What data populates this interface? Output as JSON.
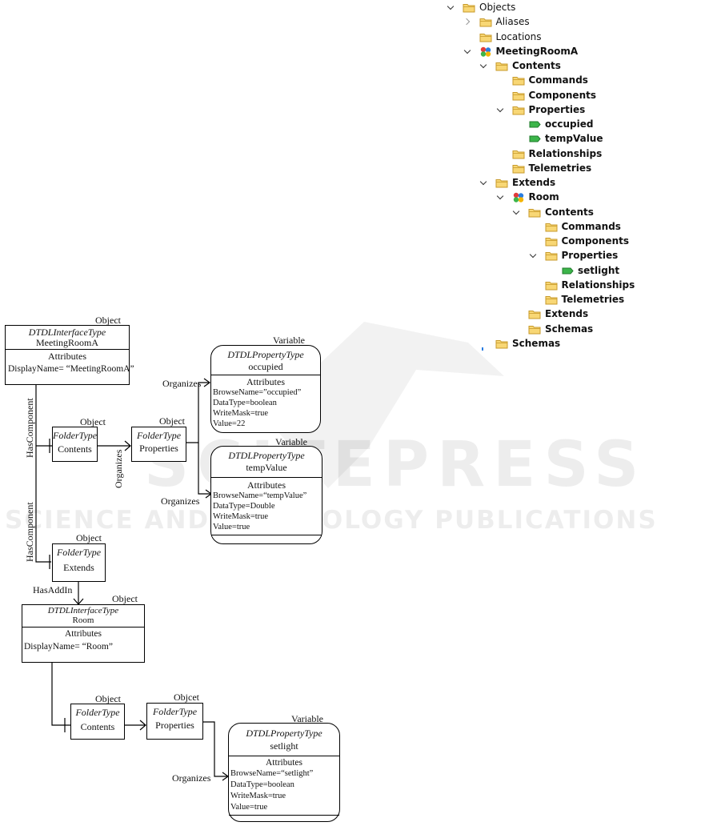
{
  "tree": {
    "items": [
      {
        "label": "Objects",
        "chevron": "expanded",
        "icon": "folder-icon",
        "bold": false
      },
      {
        "label": "Aliases",
        "chevron": "collapsed",
        "icon": "folder-icon",
        "bold": false
      },
      {
        "label": "Locations",
        "chevron": "none",
        "icon": "folder-icon",
        "bold": false
      },
      {
        "label": "MeetingRoomA",
        "chevron": "expanded",
        "icon": "object-cluster-icon",
        "bold": true
      },
      {
        "label": "Contents",
        "chevron": "expanded",
        "icon": "folder-icon",
        "bold": true
      },
      {
        "label": "Commands",
        "chevron": "none",
        "icon": "folder-icon",
        "bold": true
      },
      {
        "label": "Components",
        "chevron": "none",
        "icon": "folder-icon",
        "bold": true
      },
      {
        "label": "Properties",
        "chevron": "expanded",
        "icon": "folder-icon",
        "bold": true
      },
      {
        "label": "occupied",
        "chevron": "none",
        "icon": "variable-tag-icon",
        "bold": true
      },
      {
        "label": "tempValue",
        "chevron": "none",
        "icon": "variable-tag-icon",
        "bold": true
      },
      {
        "label": "Relationships",
        "chevron": "none",
        "icon": "folder-icon",
        "bold": true
      },
      {
        "label": "Telemetries",
        "chevron": "none",
        "icon": "folder-icon",
        "bold": true
      },
      {
        "label": "Extends",
        "chevron": "expanded",
        "icon": "folder-icon",
        "bold": true
      },
      {
        "label": "Room",
        "chevron": "expanded",
        "icon": "object-cluster-icon",
        "bold": true
      },
      {
        "label": "Contents",
        "chevron": "expanded",
        "icon": "folder-icon",
        "bold": true
      },
      {
        "label": "Commands",
        "chevron": "none",
        "icon": "folder-icon",
        "bold": true
      },
      {
        "label": "Components",
        "chevron": "none",
        "icon": "folder-icon",
        "bold": true
      },
      {
        "label": "Properties",
        "chevron": "expanded",
        "icon": "folder-icon",
        "bold": true
      },
      {
        "label": "setlight",
        "chevron": "none",
        "icon": "variable-tag-icon",
        "bold": true
      },
      {
        "label": "Relationships",
        "chevron": "none",
        "icon": "folder-icon",
        "bold": true
      },
      {
        "label": "Telemetries",
        "chevron": "none",
        "icon": "folder-icon",
        "bold": true
      },
      {
        "label": "Extends",
        "chevron": "none",
        "icon": "folder-icon",
        "bold": true
      },
      {
        "label": "Schemas",
        "chevron": "none",
        "icon": "folder-icon",
        "bold": true
      },
      {
        "label": "Schemas",
        "chevron": "none",
        "icon": "folder-icon",
        "bold": true
      }
    ]
  },
  "colors": {
    "folder_fill": "#f8d775",
    "folder_stroke": "#c79a2a",
    "variable_green": "#3cb54a",
    "accent_blue": "#2a7de1"
  },
  "diagram": {
    "meeting_room_a": {
      "kind": "Object",
      "type": "DTDLInterfaceType",
      "name": "MeetingRoomA",
      "section": "Attributes",
      "attrs": [
        "DisplayName= “MeetingRoomA”"
      ]
    },
    "contents1": {
      "kind": "Object",
      "type": "FolderType",
      "name": "Contents"
    },
    "properties1": {
      "kind": "Object",
      "type": "FolderType",
      "name": "Properties"
    },
    "occupied": {
      "kind": "Variable",
      "type": "DTDLPropertyType",
      "name": "occupied",
      "section": "Attributes",
      "attrs": [
        "BrowseName=”occupied”",
        "DataType=boolean",
        "WriteMask=true",
        "Value=22"
      ]
    },
    "tempvalue": {
      "kind": "Variable",
      "type": "DTDLPropertyType",
      "name": "tempValue",
      "section": "Attributes",
      "attrs": [
        "BrowseName=“tempValue”",
        "DataType=Double",
        "WriteMask=true",
        "Value=true"
      ]
    },
    "extends": {
      "kind": "Object",
      "type": "FolderType",
      "name": "Extends"
    },
    "room": {
      "kind": "Object",
      "type": "DTDLInterfaceType",
      "name": "Room",
      "section": "Attributes",
      "attrs": [
        "DisplayName= “Room”"
      ]
    },
    "contents2": {
      "kind": "Object",
      "type": "FolderType",
      "name": "Contents"
    },
    "properties2": {
      "kind": "Objcet",
      "type": "FolderType",
      "name": "Properties"
    },
    "setlight": {
      "kind": "Variable",
      "type": "DTDLPropertyType",
      "name": "setlight",
      "section": "Attributes",
      "attrs": [
        "BrowseName=“setlight”",
        "DataType=boolean",
        "WriteMask=true",
        "Value=true"
      ]
    },
    "edges": {
      "has_component_1": "HasComponent",
      "has_component_2": "HasComponent",
      "organizes_1": "Organizes",
      "organizes_2": "Organizes",
      "organizes_3": "Organizes",
      "organizes_4": "Organizes",
      "has_add_in": "HasAddIn"
    }
  },
  "watermark": {
    "line1": "SCITEPRESS",
    "line2": "SCIENCE AND TECHNOLOGY PUBLICATIONS"
  }
}
